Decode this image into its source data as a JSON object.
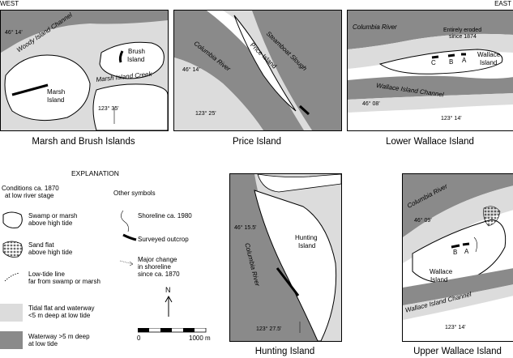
{
  "header": {
    "west": "WEST",
    "east": "EAST"
  },
  "panels": {
    "marsh_brush": {
      "caption": "Marsh and Brush Islands",
      "lat": "46° 14'",
      "lon": "123° 35'",
      "woody_channel": "Woody Island Channel",
      "marsh_creek": "Marsh Island Creek",
      "brush_island": [
        "Brush",
        "Island"
      ],
      "marsh_island": [
        "Marsh",
        "Island"
      ]
    },
    "price": {
      "caption": "Price Island",
      "lat": "46° 14'",
      "lon": "123° 25'",
      "river": "Columbia River",
      "slough": "Steamboat Slough",
      "island": "Price Island"
    },
    "lower_wallace": {
      "caption": "Lower Wallace Island",
      "river": "Columbia River",
      "note": [
        "Entirely eroded",
        "since 1874"
      ],
      "site_c": "C",
      "site_b": "B",
      "site_a": "A",
      "island": [
        "Wallace",
        "Island"
      ],
      "channel": "Wallace Island Channel",
      "lat": "46° 08'",
      "lon": "123° 14'"
    },
    "hunting": {
      "caption": "Hunting Island",
      "lat": "46° 15.5'",
      "river": "Columbia River",
      "island": [
        "Hunting",
        "Island"
      ],
      "lon": "123° 27.5'"
    },
    "upper_wallace": {
      "caption": "Upper Wallace Island",
      "river": "Columbia River",
      "lat": "46° 09'",
      "site_b": "B",
      "site_a": "A",
      "island": [
        "Wallace",
        "Island"
      ],
      "channel": "Wallace Island Channel",
      "lon": "123° 14'"
    }
  },
  "legend": {
    "title": "EXPLANATION",
    "conditions_heading": [
      "Conditions ca. 1870",
      "at low river stage"
    ],
    "other_heading": "Other symbols",
    "items": [
      {
        "text": [
          "Swamp or marsh",
          "above high tide"
        ]
      },
      {
        "text": [
          "Sand flat",
          "above high tide"
        ]
      },
      {
        "text": [
          "Low-tide line",
          "far from swamp or marsh"
        ]
      },
      {
        "text": [
          "Tidal flat and waterway",
          "<5 m deep at low tide"
        ]
      },
      {
        "text": [
          "Waterway >5 m deep",
          "at low tide"
        ]
      }
    ],
    "other_items": [
      {
        "text": [
          "Shoreline ca. 1980"
        ]
      },
      {
        "text": [
          "Surveyed outcrop"
        ]
      },
      {
        "text": [
          "Major change",
          "in shoreline",
          "since ca. 1870"
        ]
      }
    ],
    "north": "N",
    "scale_start": "0",
    "scale_end": "1000 m",
    "colors": {
      "light_gray": "#dcdcdc",
      "dark_gray": "#8a8a8a"
    }
  }
}
